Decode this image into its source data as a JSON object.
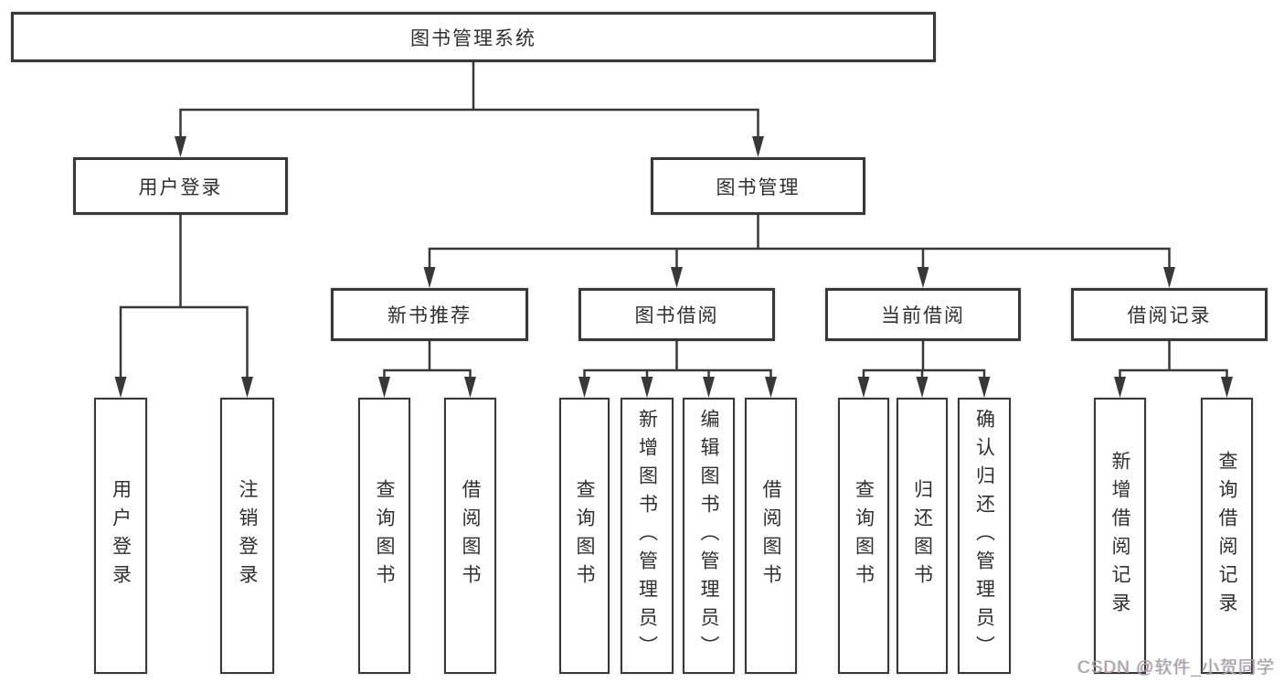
{
  "diagram": {
    "type": "tree",
    "title": "图书管理系统",
    "watermark": "CSDN @软件_小贺同学",
    "colors": {
      "line": "#383838",
      "box_border": "#383838",
      "box_fill": "#ffffff",
      "text": "#2f2f2f",
      "watermark": "#a3a3a3"
    },
    "nodes": {
      "root": {
        "label": "图书管理系统"
      },
      "user_login": {
        "label": "用户登录"
      },
      "book_mgmt": {
        "label": "图书管理"
      },
      "new_book_rec": {
        "label": "新书推荐"
      },
      "book_borrow": {
        "label": "图书借阅"
      },
      "current_borrow": {
        "label": "当前借阅"
      },
      "borrow_records": {
        "label": "借阅记录"
      },
      "leaf_user_login": {
        "label": "用户登录"
      },
      "leaf_logout": {
        "label": "注销登录"
      },
      "leaf_query_books_rec": {
        "label": "查询图书"
      },
      "leaf_borrow_books_rec": {
        "label": "借阅图书"
      },
      "leaf_query_books_borrow": {
        "label": "查询图书"
      },
      "leaf_add_books": {
        "label": "新增图书（管理员）"
      },
      "leaf_edit_books": {
        "label": "编辑图书（管理员）"
      },
      "leaf_borrow_books": {
        "label": "借阅图书"
      },
      "leaf_query_books_current": {
        "label": "查询图书"
      },
      "leaf_return_books": {
        "label": "归还图书"
      },
      "leaf_confirm_return": {
        "label": "确认归还（管理员）"
      },
      "leaf_add_borrow_record": {
        "label": "新增借阅记录"
      },
      "leaf_query_borrow_record": {
        "label": "查询借阅记录"
      }
    },
    "tree": {
      "图书管理系统": {
        "用户登录": [
          "用户登录",
          "注销登录"
        ],
        "图书管理": {
          "新书推荐": [
            "查询图书",
            "借阅图书"
          ],
          "图书借阅": [
            "查询图书",
            "新增图书（管理员）",
            "编辑图书（管理员）",
            "借阅图书"
          ],
          "当前借阅": [
            "查询图书",
            "归还图书",
            "确认归还（管理员）"
          ],
          "借阅记录": [
            "新增借阅记录",
            "查询借阅记录"
          ]
        }
      }
    }
  }
}
